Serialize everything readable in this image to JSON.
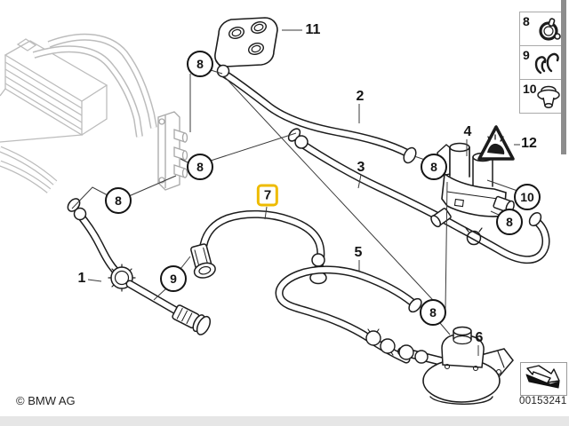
{
  "diagram": {
    "footer": {
      "copyright": "© BMW AG",
      "part_number": "00153241"
    },
    "highlight_color": "#eebb00",
    "line_color": "#1c1c1c",
    "callouts": [
      {
        "label": "8",
        "kind": "circle"
      },
      {
        "label": "8",
        "kind": "circle"
      },
      {
        "label": "8",
        "kind": "circle"
      },
      {
        "label": "8",
        "kind": "circle"
      },
      {
        "label": "8",
        "kind": "circle"
      },
      {
        "label": "8",
        "kind": "circle"
      },
      {
        "label": "9",
        "kind": "circle"
      },
      {
        "label": "10",
        "kind": "circle"
      },
      {
        "label": "1",
        "kind": "plain"
      },
      {
        "label": "2",
        "kind": "plain"
      },
      {
        "label": "3",
        "kind": "plain"
      },
      {
        "label": "4",
        "kind": "plain"
      },
      {
        "label": "5",
        "kind": "plain"
      },
      {
        "label": "6",
        "kind": "plain"
      },
      {
        "label": "11",
        "kind": "plain"
      },
      {
        "label": "12",
        "kind": "plain"
      },
      {
        "label": "7",
        "kind": "highlight"
      }
    ],
    "legend": {
      "items": [
        {
          "label": "8",
          "icon": "hose-clamp-icon"
        },
        {
          "label": "9",
          "icon": "spring-clip-icon"
        },
        {
          "label": "10",
          "icon": "grommet-icon"
        }
      ]
    }
  }
}
